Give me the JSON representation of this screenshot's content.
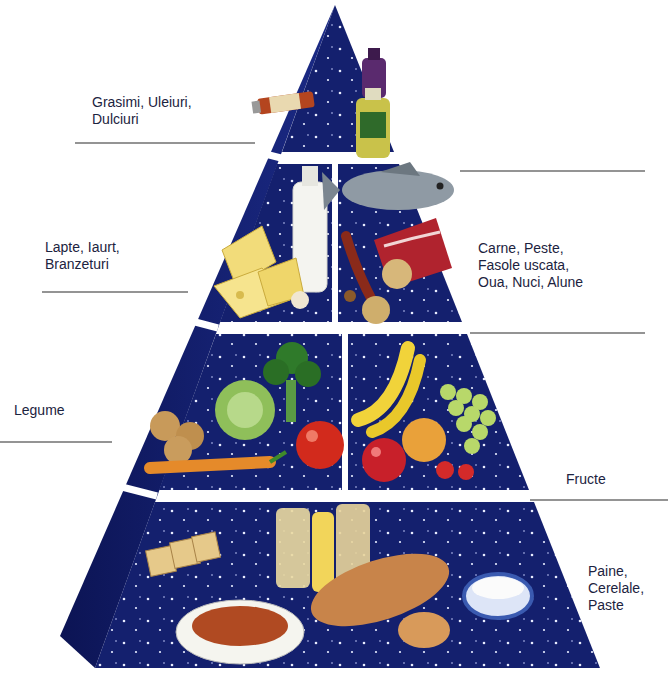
{
  "diagram": {
    "labels": [
      "Grasimi, Uleiuri, Dulciuri",
      "Lapte, Iaurt, Branzeturi",
      "Carne, Peste, Fasole uscata, Oua, Nuci, Alune",
      "Legume",
      "Fructe",
      "Paine, Cerelale, Paste"
    ]
  }
}
